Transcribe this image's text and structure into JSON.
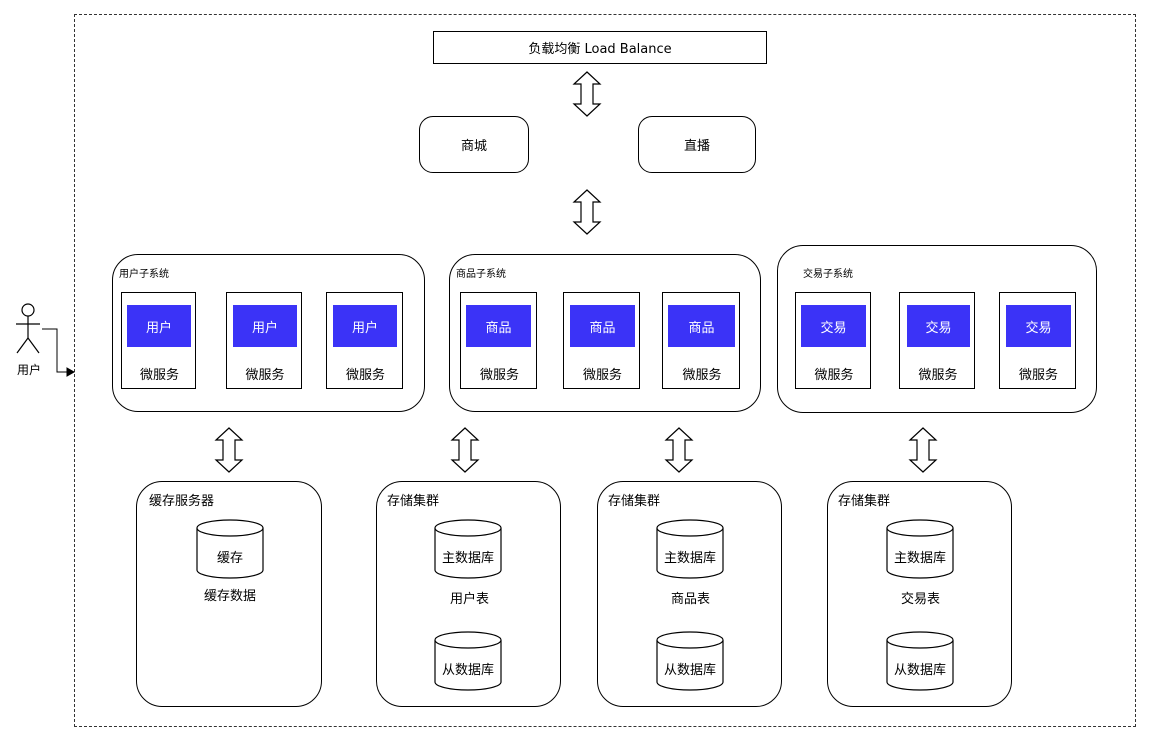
{
  "load_balancer": {
    "label": "负载均衡 Load Balance"
  },
  "entries": [
    {
      "label": "商城"
    },
    {
      "label": "直播"
    }
  ],
  "actor": {
    "label": "用户"
  },
  "subsystems": [
    {
      "title": "用户子系统",
      "services": [
        {
          "name": "用户",
          "caption": "微服务"
        },
        {
          "name": "用户",
          "caption": "微服务"
        },
        {
          "name": "用户",
          "caption": "微服务"
        }
      ]
    },
    {
      "title": "商品子系统",
      "services": [
        {
          "name": "商品",
          "caption": "微服务"
        },
        {
          "name": "商品",
          "caption": "微服务"
        },
        {
          "name": "商品",
          "caption": "微服务"
        }
      ]
    },
    {
      "title": "交易子系统",
      "services": [
        {
          "name": "交易",
          "caption": "微服务"
        },
        {
          "name": "交易",
          "caption": "微服务"
        },
        {
          "name": "交易",
          "caption": "微服务"
        }
      ]
    }
  ],
  "cache": {
    "title": "缓存服务器",
    "db_label": "缓存",
    "caption": "缓存数据"
  },
  "storage_clusters": [
    {
      "title": "存储集群",
      "master_label": "主数据库",
      "caption": "用户表",
      "slave_label": "从数据库"
    },
    {
      "title": "存储集群",
      "master_label": "主数据库",
      "caption": "商品表",
      "slave_label": "从数据库"
    },
    {
      "title": "存储集群",
      "master_label": "主数据库",
      "caption": "交易表",
      "slave_label": "从数据库"
    }
  ],
  "colors": {
    "service_fill": "#3b33f7",
    "line": "#000000"
  }
}
